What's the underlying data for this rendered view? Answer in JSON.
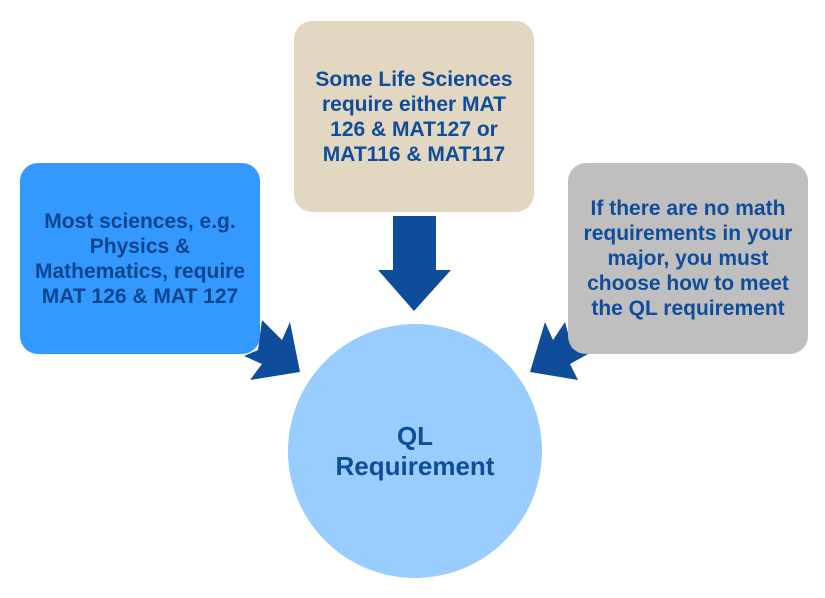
{
  "diagram": {
    "center": {
      "label": "QL Requirement",
      "lines": [
        "QL",
        "Requirement"
      ]
    },
    "boxes": [
      {
        "id": "left",
        "text": "Most sciences, e.g. Physics & Mathematics, require MAT 126 & MAT 127"
      },
      {
        "id": "top",
        "text": "Some Life Sciences require either MAT 126 & MAT127 or MAT116 & MAT117"
      },
      {
        "id": "right",
        "text": "If there are no math requirements in your major, you must choose how to meet the QL requirement"
      }
    ],
    "colors": {
      "left_box": "#3399ff",
      "top_box": "#e2d7c1",
      "right_box": "#bfbfbf",
      "center": "#99ccff",
      "arrow": "#0f4c9a",
      "text": "#0f4c9a"
    }
  }
}
